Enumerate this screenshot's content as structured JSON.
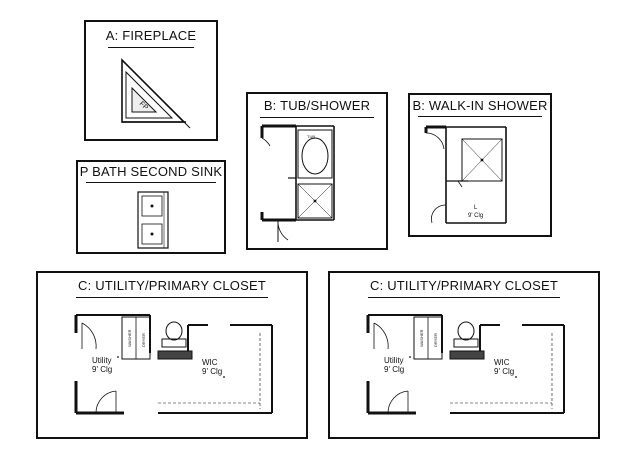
{
  "panels": {
    "fireplace": {
      "title": "A: FIREPLACE",
      "insert_label": "FP"
    },
    "second_sink": {
      "title": "P BATH SECOND SINK"
    },
    "tub_shower": {
      "title": "B: TUB/SHOWER",
      "tub_label": "TUB"
    },
    "walk_in_shower": {
      "title": "B: WALK-IN SHOWER",
      "lin_label": "L",
      "ceiling_label": "9' Clg"
    },
    "utility_left": {
      "title": "C: UTILITY/PRIMARY CLOSET",
      "utility_label": "Utility",
      "utility_ceiling": "9' Clg",
      "washer_label": "WASHER",
      "dryer_label": "DRYER",
      "wic_label": "WIC",
      "wic_ceiling": "9' Clg"
    },
    "utility_right": {
      "title": "C: UTILITY/PRIMARY CLOSET",
      "utility_label": "Utility",
      "utility_ceiling": "9' Clg",
      "washer_label": "WASHER",
      "dryer_label": "DRYER",
      "wic_label": "WIC",
      "wic_ceiling": "9' Clg"
    }
  }
}
